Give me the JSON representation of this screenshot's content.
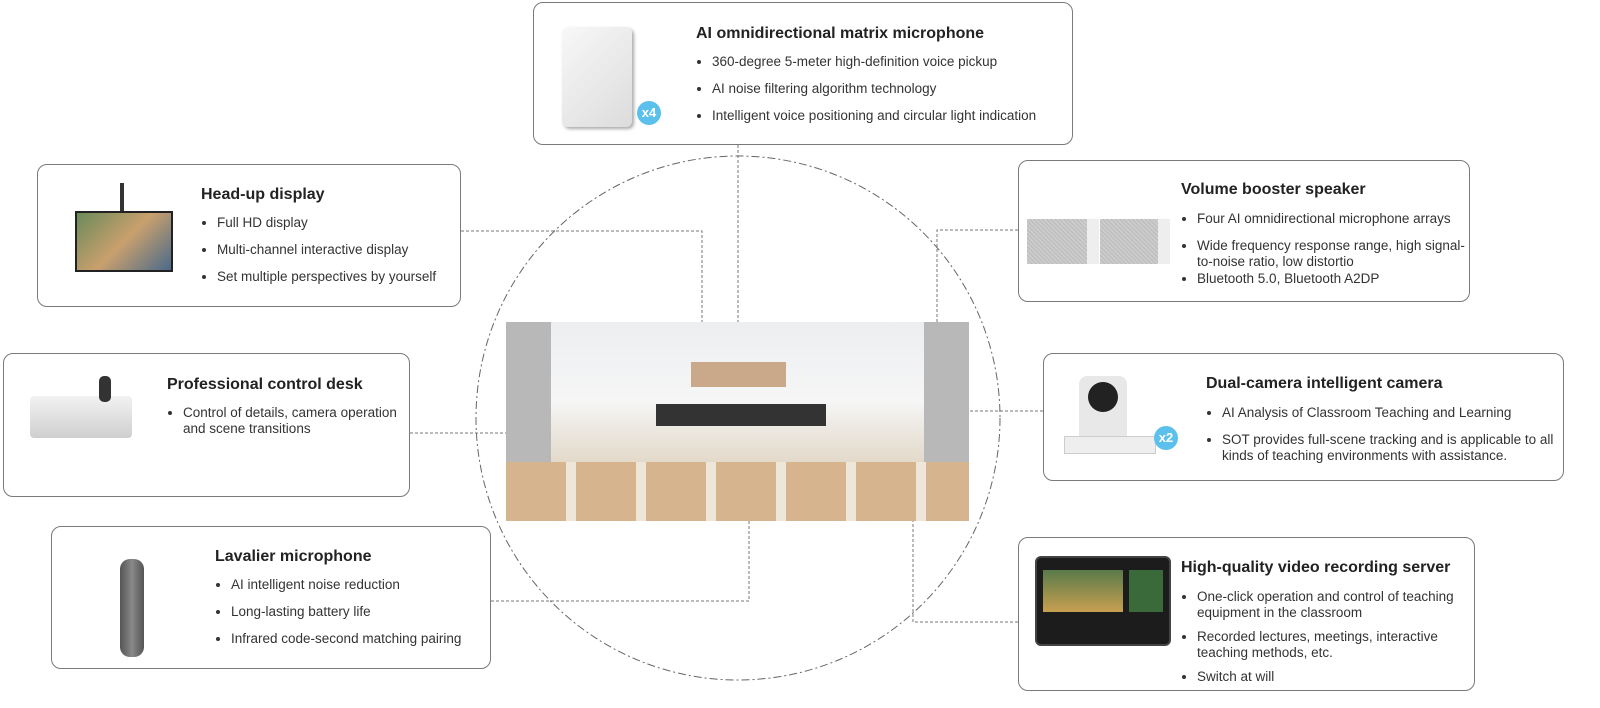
{
  "cards": {
    "mic": {
      "title": "AI omnidirectional matrix microphone",
      "badge": "x4",
      "items": [
        "360-degree 5-meter high-definition voice pickup",
        "AI noise filtering algorithm technology",
        "Intelligent voice positioning and circular light indication"
      ]
    },
    "hud": {
      "title": "Head-up display",
      "items": [
        "Full HD display",
        "Multi-channel interactive display",
        "Set multiple perspectives by yourself"
      ]
    },
    "desk": {
      "title": "Professional control desk",
      "items": [
        "Control of details, camera operation and scene transitions"
      ]
    },
    "lav": {
      "title": "Lavalier microphone",
      "items": [
        "AI intelligent noise reduction",
        "Long-lasting battery life",
        "Infrared code-second matching pairing"
      ]
    },
    "speaker": {
      "title": "Volume booster speaker",
      "items": [
        "Four AI omnidirectional microphone arrays",
        "Wide frequency response range, high signal-to-noise ratio, low distortio",
        "Bluetooth 5.0, Bluetooth A2DP"
      ]
    },
    "camera": {
      "title": "Dual-camera intelligent camera",
      "badge": "x2",
      "items": [
        "AI Analysis of Classroom Teaching and Learning",
        "SOT provides full-scene tracking and is applicable to all kinds of teaching environments with assistance."
      ]
    },
    "server": {
      "title": "High-quality video recording server",
      "items": [
        "One-click operation and control of teaching equipment in the classroom",
        "Recorded lectures, meetings, interactive teaching methods, etc.",
        "Switch at will"
      ]
    }
  },
  "colors": {
    "badge": "#5bc0eb",
    "border": "#7a7a7a"
  }
}
